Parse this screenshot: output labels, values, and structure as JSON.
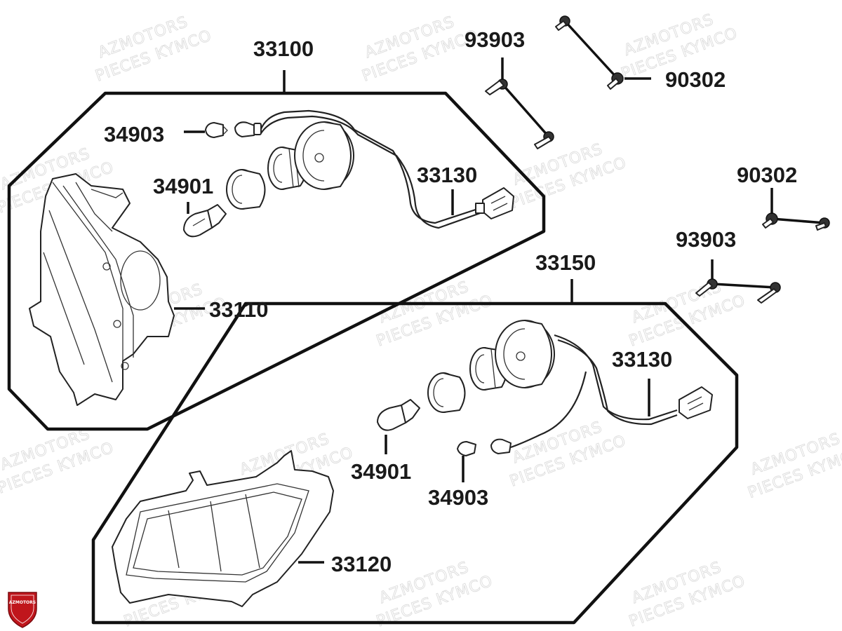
{
  "diagram": {
    "watermark_line1": "AZMOTORS",
    "watermark_line2": "PIECES KYMCO",
    "logo_text": "AZMOTORS",
    "labels": {
      "p33100": "33100",
      "p34903_top": "34903",
      "p34901_top": "34901",
      "p33130_top": "33130",
      "p33110": "33110",
      "p93903_top": "93903",
      "p90302_top": "90302",
      "p90302_right": "90302",
      "p93903_right": "93903",
      "p33150": "33150",
      "p33130_bottom": "33130",
      "p34901_bottom": "34901",
      "p34903_bottom": "34903",
      "p33120": "33120"
    }
  }
}
